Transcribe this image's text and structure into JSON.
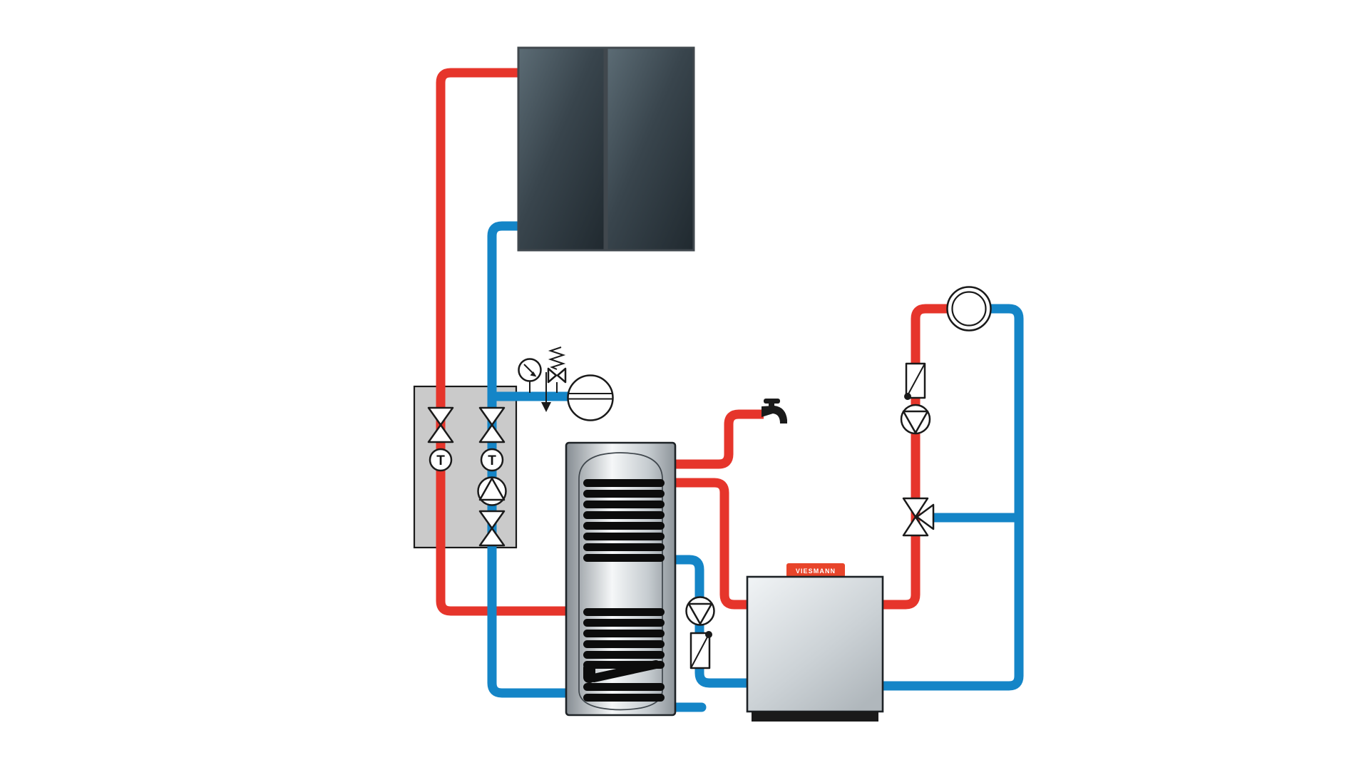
{
  "colors": {
    "hot": "#e6352b",
    "cold": "#1485c7",
    "line": "#1a1a1a",
    "station": "#cacaca",
    "logo": "#e8442a"
  },
  "labels": {
    "thermometer": "T",
    "boiler_logo": "VIESMANN"
  },
  "icons": [
    "solar-collector-panel",
    "shutoff-valve-icon",
    "thermometer-icon",
    "solar-pump-icon",
    "pressure-gauge-icon",
    "safety-valve-icon",
    "expansion-vessel-icon",
    "storage-tank-coil",
    "hot-water-tap-icon",
    "boiler",
    "tank-loading-pump-icon",
    "check-valve-icon",
    "heating-pump-icon",
    "three-way-mixing-valve-icon",
    "radiator-icon"
  ]
}
